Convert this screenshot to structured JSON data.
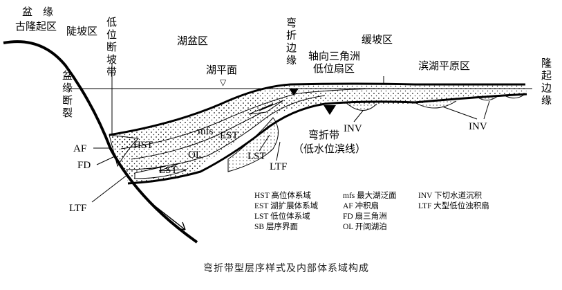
{
  "labels": {
    "pen_yuan_guluqi": [
      "盆　缘",
      "古隆起区"
    ],
    "doupo": "陡坡区",
    "diwei_duanpodai": [
      "低",
      "位",
      "断",
      "坡",
      "带"
    ],
    "hupen": "湖盆区",
    "wanzhe_biyuan": [
      "弯",
      "折",
      "边",
      "缘"
    ],
    "huanpo": "缓坡区",
    "zhouxiang": [
      "轴向三角洲",
      "低位扇区"
    ],
    "binhu": "滨湖平原区",
    "longqi_biyuan": [
      "隆",
      "起",
      "边",
      "缘"
    ],
    "hupingmian": "湖平面",
    "penyuan_duanlie": [
      "盆",
      "缘",
      "断",
      "裂"
    ],
    "wanzhedai": [
      "弯折带",
      "（低水位滨线）"
    ]
  },
  "abbr": {
    "AF": "AF",
    "FD": "FD",
    "LTF_left": "LTF",
    "HST": "HST",
    "LST_left": "LST",
    "OL": "OL",
    "mfs": "mfs",
    "EST": "EST",
    "LST_mid": "LST",
    "LTF_mid": "LTF",
    "INV_mid": "INV",
    "INV_right": "INV"
  },
  "legend": [
    "HST  高位体系域",
    "EST  湖扩展体系域",
    "LST  低位体系域",
    "SB  层序界面",
    "mfs  最大湖泛面",
    "AF  冲积扇",
    "FD  扇三角洲",
    "OL  开阔湖泊",
    "INV  下切水道沉积",
    "LTF  大型低位浊积扇"
  ],
  "caption": "弯折带型层序样式及内部体系域构成"
}
